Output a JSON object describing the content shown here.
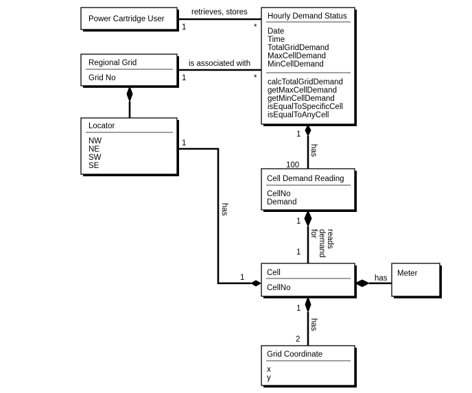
{
  "classes": {
    "power_cartridge_user": {
      "name": "Power Cartridge User",
      "attributes": [],
      "operations": []
    },
    "hourly_demand_status": {
      "name": "Hourly Demand Status",
      "attributes": [
        "Date",
        "Time",
        "TotalGridDemand",
        "MaxCellDemand",
        "MinCellDemand"
      ],
      "operations": [
        "calcTotalGridDemand",
        "getMaxCellDemand",
        "getMinCellDemand",
        "isEqualToSpecificCell",
        "isEqualToAnyCell"
      ]
    },
    "regional_grid": {
      "name": "Regional Grid",
      "attributes": [
        "Grid No"
      ],
      "operations": []
    },
    "locator": {
      "name": "Locator",
      "attributes": [
        "NW",
        "NE",
        "SW",
        "SE"
      ],
      "operations": []
    },
    "cell_demand_reading": {
      "name": "Cell Demand Reading",
      "attributes": [
        "CellNo",
        "Demand"
      ],
      "operations": []
    },
    "cell": {
      "name": "Cell",
      "attributes": [
        "CellNo"
      ],
      "operations": []
    },
    "meter": {
      "name": "Meter",
      "attributes": [],
      "operations": []
    },
    "grid_coordinate": {
      "name": "Grid Coordinate",
      "attributes": [
        "x",
        "y"
      ],
      "operations": []
    }
  },
  "associations": {
    "user_status": {
      "label": "retrieves, stores",
      "mult_source": "1",
      "mult_target": "*"
    },
    "grid_status": {
      "label": "is associated with",
      "mult_source": "1",
      "mult_target": "*"
    },
    "status_reading": {
      "label": "has",
      "mult_source": "1",
      "mult_target": "100"
    },
    "locator_cell": {
      "label": "has",
      "mult_source": "1",
      "mult_target": "1"
    },
    "reading_cell": {
      "label_lines": [
        "reads",
        "demand",
        "for"
      ],
      "mult_source": "1",
      "mult_target": "1"
    },
    "cell_meter": {
      "label": "has"
    },
    "cell_coordinate": {
      "label": "has",
      "mult_source": "1",
      "mult_target": "2"
    }
  }
}
